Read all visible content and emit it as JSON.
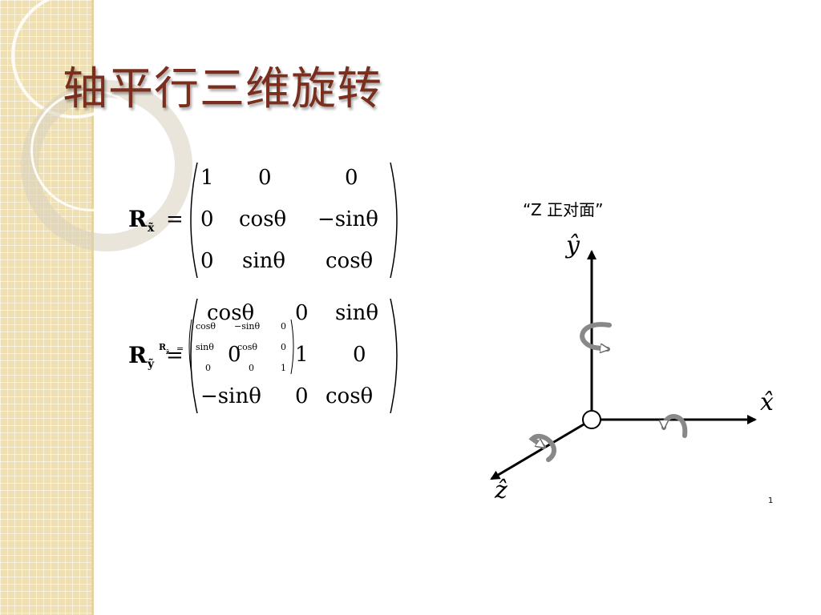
{
  "slide": {
    "title": "轴平行三维旋转",
    "page_number": "1"
  },
  "matrix_x": {
    "label": "R",
    "subscript": "x̃",
    "equals": "=",
    "rows": [
      [
        "1",
        "0",
        "0"
      ],
      [
        "0",
        "cosθ",
        "−sinθ"
      ],
      [
        "0",
        "sinθ",
        "cosθ"
      ]
    ]
  },
  "matrix_y": {
    "label": "R",
    "subscript": "ỹ",
    "equals": "=",
    "rows": [
      [
        "cosθ",
        "0",
        "sinθ"
      ],
      [
        "0",
        "1",
        "0"
      ],
      [
        "−sinθ",
        "0",
        "cosθ"
      ]
    ]
  },
  "matrix_z_small": {
    "label": "R",
    "subscript": "z̃",
    "equals": "=",
    "rows": [
      [
        "cosθ",
        "−sinθ",
        "0"
      ],
      [
        "sinθ",
        "cosθ",
        "0"
      ],
      [
        "0",
        "0",
        "1"
      ]
    ]
  },
  "axes_diagram": {
    "caption": "“Z 正对面”",
    "y_label": "ŷ",
    "x_label": "x̂",
    "z_label": "ẑ"
  }
}
